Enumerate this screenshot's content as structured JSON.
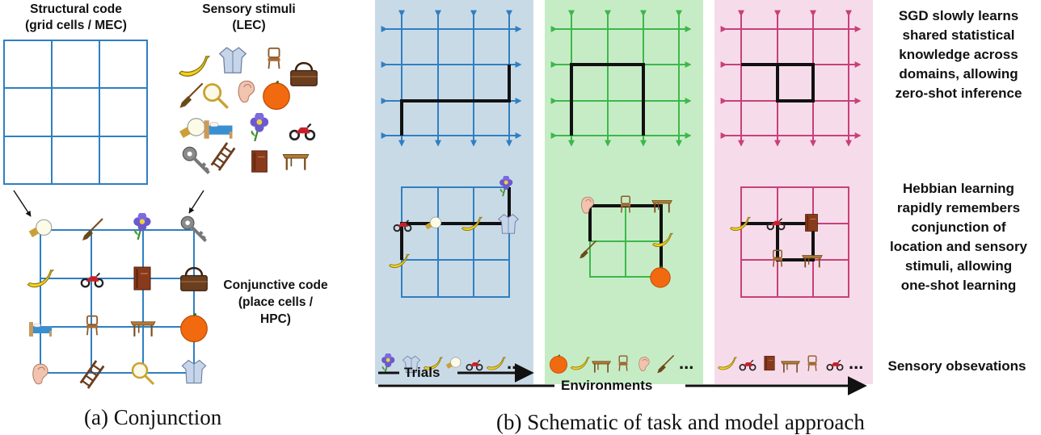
{
  "panel_a": {
    "structural_title": "Structural code",
    "structural_sub": "(grid cells / MEC)",
    "sensory_title": "Sensory stimuli",
    "sensory_sub": "(LEC)",
    "conj_l1": "Conjunctive code",
    "conj_l2": "(place cells /",
    "conj_l3": "HPC)",
    "caption": "(a) Conjunction"
  },
  "panel_b": {
    "sgd": [
      "SGD slowly learns",
      "shared statistical",
      "knowledge across",
      "domains, allowing",
      "zero-shot inference"
    ],
    "hebb": [
      "Hebbian learning",
      "rapidly remembers",
      "conjunction of",
      "location and sensory",
      "stimuli, allowing",
      "one-shot learning"
    ],
    "observations": "Sensory obsevations",
    "trials": "Trials",
    "environments": "Environments",
    "ellipsis": "...",
    "caption": "(b) Schematic of task and model approach"
  },
  "colors": {
    "blue": "#2f7fc1",
    "green": "#3cb84a",
    "magenta": "#c8407a",
    "blue_bg": "#c9dae7",
    "green_bg": "#c6ecc6",
    "pink_bg": "#f6dcea",
    "path": "#111111"
  },
  "icons": [
    "flower-icon",
    "shirt-icon",
    "banana-icon",
    "lightbulb-icon",
    "motorbike-icon",
    "orange-icon",
    "table-icon",
    "chair-icon",
    "ear-icon",
    "broom-icon",
    "book-icon",
    "basket-icon",
    "bed-icon",
    "key-icon",
    "ladder-icon",
    "magnifier-icon"
  ]
}
